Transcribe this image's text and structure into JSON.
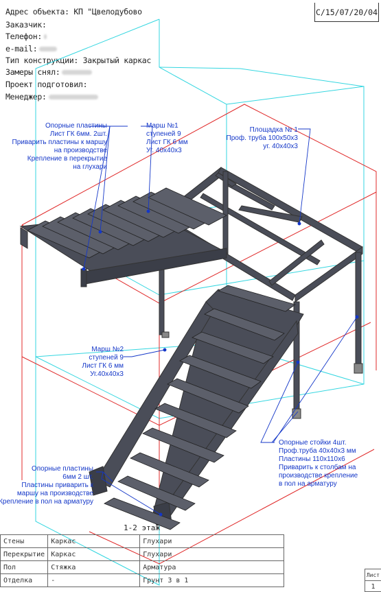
{
  "header": {
    "address": "Адрес объекта: КП \"Цвелодубово",
    "customer": "Заказчик:",
    "phone": "Телефон:",
    "email": "e-mail:",
    "construction_type": "Тип конструкции: Закрытый каркас",
    "measured_by": "Замеры снял:",
    "project_by": "Проект подготовил:",
    "manager": "Менеджер:"
  },
  "doc_id": "С/15/07/20/04",
  "annotations": {
    "plates_top": [
      "Опорные пластины",
      "Лист ГК 6мм. 2шт.",
      "Приварить пластины к маршу",
      "на производстве",
      "Крепление в перекрытие",
      "на глухари"
    ],
    "march1": [
      "Марш №1",
      "ступеней 9",
      "Лист ГК 6 мм",
      "Уг. 40х40х3"
    ],
    "landing": [
      "Площадка № 1",
      "Проф. труба 100х50х3",
      "уг. 40х40х3"
    ],
    "march2": [
      "Марш №2",
      "ступеней 9",
      "Лист ГК 6 мм",
      "Уг.40х40х3"
    ],
    "posts": [
      "Опорные стойки 4шт.",
      "Проф.труба 40х40х3 мм",
      "Пластины 110х110х6",
      "Приварить к столбам на",
      "производстве крепление",
      "в пол на арматуру"
    ],
    "plates_bottom": [
      "Опорные пластины",
      "6мм 2 шт.",
      "Пластины приварить к",
      "маршу на производстве",
      "Крепление в пол на арматуру"
    ]
  },
  "caption": "1-2 этаж",
  "spec_table": [
    [
      "Стены",
      "Каркас",
      "Глухари"
    ],
    [
      "Перекрытие",
      "Каркас",
      "Глухари"
    ],
    [
      "Пол",
      "Стяжка",
      "Арматура"
    ],
    [
      "Отделка",
      "-",
      "Грунт 3 в 1"
    ]
  ],
  "sheet": {
    "label": "Лист",
    "number": "1"
  },
  "colors": {
    "steel": "#4a4d58",
    "annotation": "#1437c8",
    "guide_cyan": "#33d6e0",
    "guide_red": "#e02828"
  }
}
